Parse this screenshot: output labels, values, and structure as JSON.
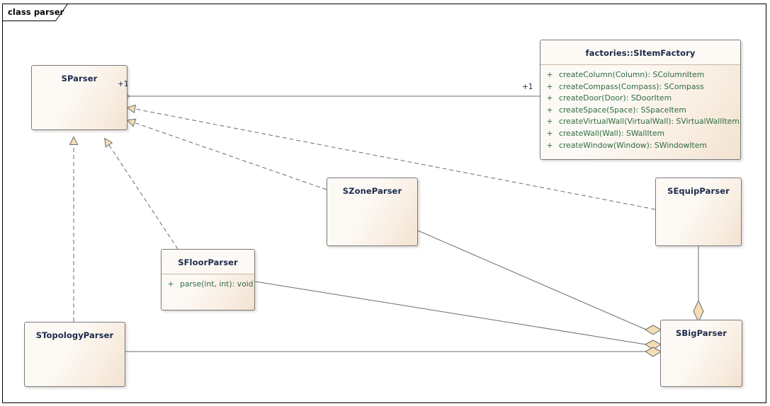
{
  "frame": {
    "label": "class parser",
    "kind": "class-diagram-frame"
  },
  "colors": {
    "box_border": "#7a7a7a",
    "box_fill_light": "#fdfaf6",
    "box_fill_warm": "#f2e2d1",
    "name_text": "#1c2a4a",
    "feature_text": "#2e6b3f",
    "connector": "#6b6b6b",
    "adornment_fill": "#f5ddb6",
    "adornment_stroke": "#6b6b6b",
    "frame_border": "#000000"
  },
  "classes": [
    {
      "id": "sparser",
      "name": "SParser",
      "features": []
    },
    {
      "id": "sitemfactory",
      "name": "factories::SItemFactory",
      "features": [
        {
          "visibility": "+",
          "signature": "createColumn(Column): SColumnItem"
        },
        {
          "visibility": "+",
          "signature": "createCompass(Compass): SCompass"
        },
        {
          "visibility": "+",
          "signature": "createDoor(Door): SDoorItem"
        },
        {
          "visibility": "+",
          "signature": "createSpace(Space): SSpaceItem"
        },
        {
          "visibility": "+",
          "signature": "createVirtualWall(VirtualWall): SVirtualWallItem"
        },
        {
          "visibility": "+",
          "signature": "createWall(Wall): SWallItem"
        },
        {
          "visibility": "+",
          "signature": "createWindow(Window): SWindowItem"
        }
      ]
    },
    {
      "id": "szoneparser",
      "name": "SZoneParser",
      "features": []
    },
    {
      "id": "sequipparser",
      "name": "SEquipParser",
      "features": []
    },
    {
      "id": "sfloorparser",
      "name": "SFloorParser",
      "features": [
        {
          "visibility": "+",
          "signature": "parse(int, int): void"
        }
      ]
    },
    {
      "id": "stopologyparser",
      "name": "STopologyParser",
      "features": []
    },
    {
      "id": "sbigparser",
      "name": "SBigParser",
      "features": []
    }
  ],
  "multiplicities": [
    {
      "id": "mult-sparser-end",
      "text": "+1"
    },
    {
      "id": "mult-sitemfactory-end",
      "text": "+1"
    }
  ],
  "relationships": [
    {
      "id": "rel-sparser-sitemfactory",
      "type": "aggregation",
      "source": "SParser",
      "target": "factories::SItemFactory",
      "source_multiplicity": "+1",
      "target_multiplicity": "+1"
    },
    {
      "id": "rel-sequipparser-sparser",
      "type": "realization",
      "source": "SEquipParser",
      "target": "SParser"
    },
    {
      "id": "rel-szoneparser-sparser",
      "type": "realization",
      "source": "SZoneParser",
      "target": "SParser"
    },
    {
      "id": "rel-stopologyparser-sparser",
      "type": "realization",
      "source": "STopologyParser",
      "target": "SParser"
    },
    {
      "id": "rel-sfloorparser-sparser",
      "type": "realization",
      "source": "SFloorParser",
      "target": "SParser"
    },
    {
      "id": "rel-sequipparser-sbigparser",
      "type": "aggregation",
      "source": "SEquipParser",
      "target": "SBigParser"
    },
    {
      "id": "rel-szoneparser-sbigparser",
      "type": "aggregation",
      "source": "SZoneParser",
      "target": "SBigParser"
    },
    {
      "id": "rel-sfloorparser-sbigparser",
      "type": "aggregation",
      "source": "SFloorParser",
      "target": "SBigParser"
    },
    {
      "id": "rel-stopologyparser-sbigparser",
      "type": "aggregation",
      "source": "STopologyParser",
      "target": "SBigParser"
    }
  ]
}
